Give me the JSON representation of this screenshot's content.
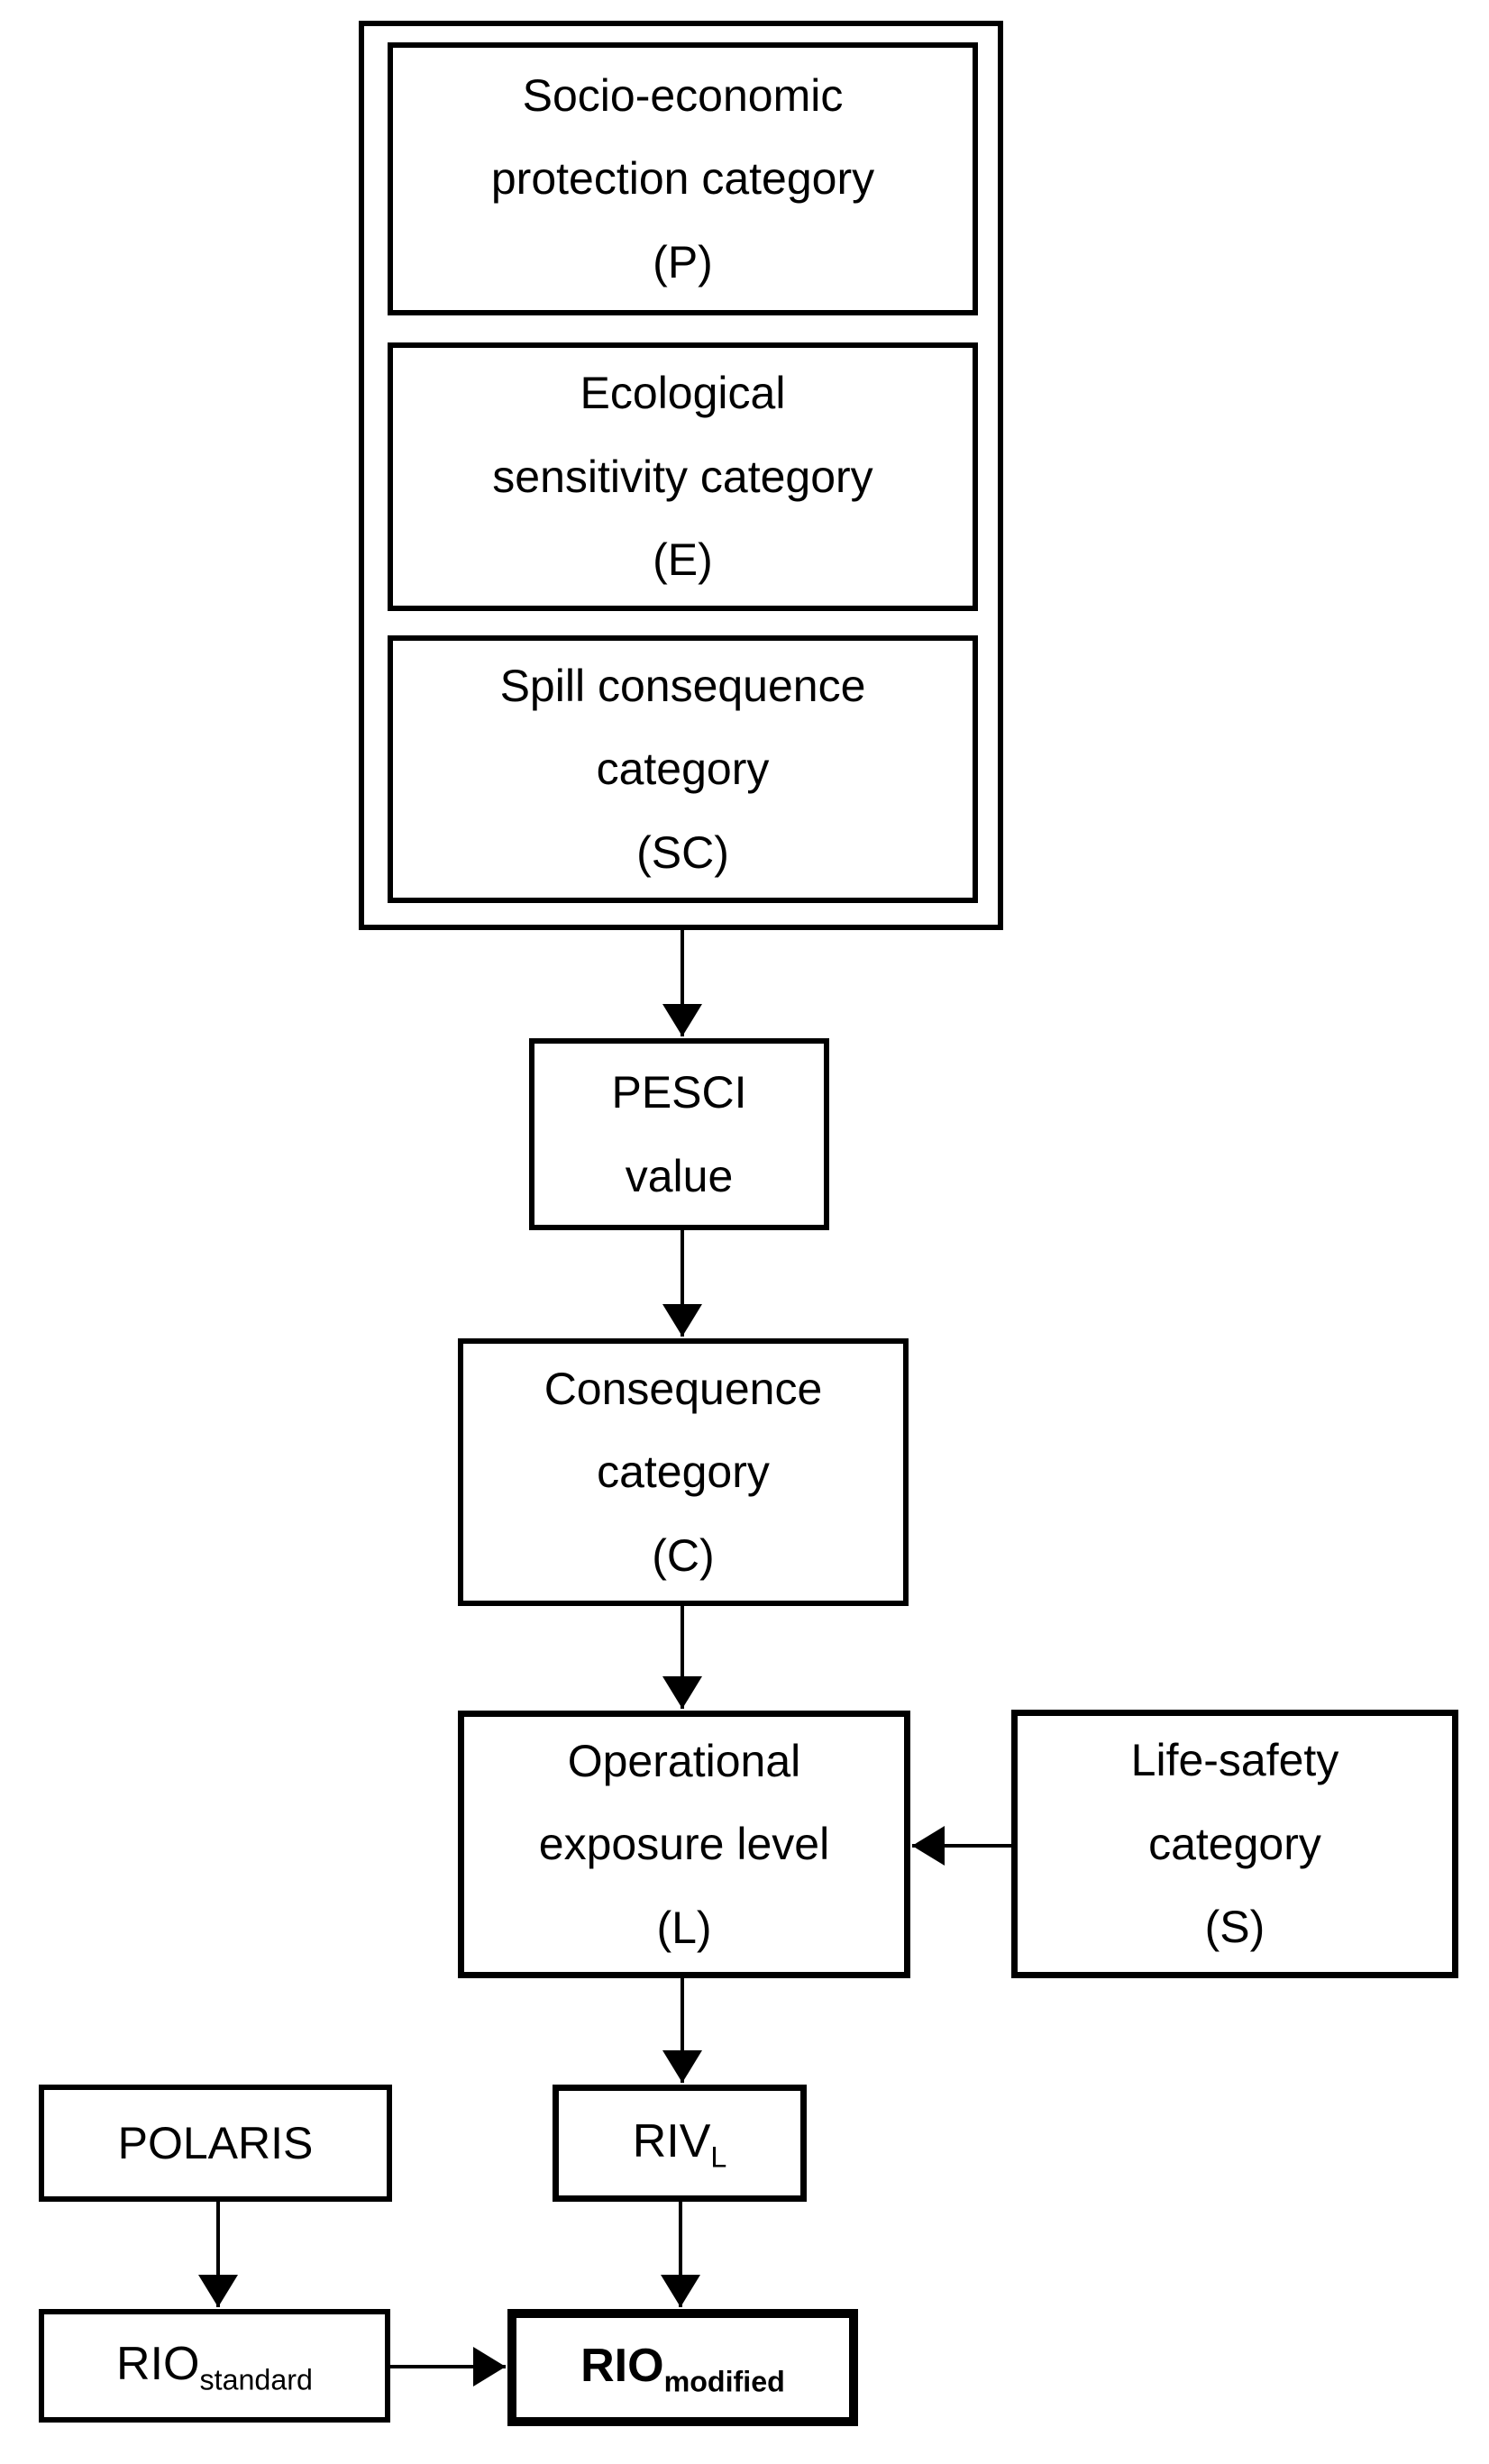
{
  "colors": {
    "ink": "#000000",
    "paper": "#ffffff"
  },
  "boxes": {
    "socio": {
      "label": "Socio-economic\nprotection category\n(P)"
    },
    "eco": {
      "label": "Ecological\nsensitivity category\n(E)"
    },
    "spill": {
      "label": "Spill consequence\ncategory\n(SC)"
    },
    "pesci": {
      "label": "PESCI\nvalue"
    },
    "consequence": {
      "label": "Consequence\ncategory\n(C)"
    },
    "operational": {
      "label": "Operational\nexposure level\n(L)"
    },
    "life_safety": {
      "label": "Life-safety\ncategory\n(S)"
    },
    "polaris": {
      "label": "POLARIS"
    },
    "riv_l": {
      "base": "RIV",
      "sub": "L"
    },
    "rio_standard": {
      "base": "RIO",
      "sub": "standard"
    },
    "rio_modified": {
      "base": "RIO",
      "sub": "modified"
    }
  },
  "arrows": [
    {
      "from": "input-group",
      "to": "pesci-value",
      "direction": "down"
    },
    {
      "from": "pesci-value",
      "to": "consequence-category",
      "direction": "down"
    },
    {
      "from": "consequence-category",
      "to": "operational-exposure-level",
      "direction": "down"
    },
    {
      "from": "life-safety-category",
      "to": "operational-exposure-level",
      "direction": "left"
    },
    {
      "from": "operational-exposure-level",
      "to": "riv-l",
      "direction": "down"
    },
    {
      "from": "riv-l",
      "to": "rio-modified",
      "direction": "down"
    },
    {
      "from": "polaris",
      "to": "rio-standard",
      "direction": "down"
    },
    {
      "from": "rio-standard",
      "to": "rio-modified",
      "direction": "right"
    }
  ]
}
